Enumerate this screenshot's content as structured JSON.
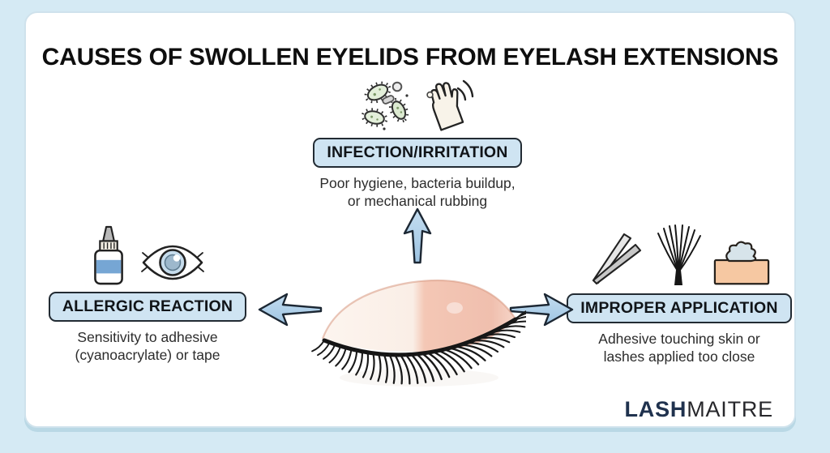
{
  "title": "CAUSES OF SWOLLEN EYELIDS FROM EYELASH EXTENSIONS",
  "center_subject": "swollen closed eyelid with eyelash extensions",
  "causes": [
    {
      "id": "infection",
      "position": "top",
      "label": "INFECTION/IRRITATION",
      "description_line1": "Poor hygiene, bacteria buildup,",
      "description_line2": "or mechanical rubbing",
      "icons": [
        "bacteria-icon",
        "rubbing-hand-icon"
      ]
    },
    {
      "id": "allergic",
      "position": "left",
      "label": "ALLERGIC REACTION",
      "description_line1": "Sensitivity to adhesive",
      "description_line2": "(cyanoacrylate) or tape",
      "icons": [
        "glue-bottle-icon",
        "eye-icon"
      ]
    },
    {
      "id": "improper",
      "position": "right",
      "label": "IMPROPER APPLICATION",
      "description_line1": "Adhesive touching skin or",
      "description_line2": "lashes applied too close",
      "icons": [
        "tweezers-icon",
        "lash-fan-icon",
        "adhesive-on-skin-icon"
      ]
    }
  ],
  "arrows": [
    "up-arrow",
    "left-arrow",
    "right-arrow"
  ],
  "brand": {
    "name_bold": "LASH",
    "name_light": "MAITRE"
  },
  "colors": {
    "background": "#d5eaf4",
    "card": "#ffffff",
    "card_edge": "#b9d8e5",
    "label_box_fill": "#cfe4f2",
    "label_box_border": "#222b33",
    "arrow_fill": "#aecfe9",
    "arrow_stroke": "#1c2733",
    "title_text": "#0e0e0e",
    "body_text": "#2c2c2c",
    "brand_navy": "#20324e",
    "eyelid_pale": "#fcf3ec",
    "eyelid_pink": "#f3c5b3",
    "germ_green": "#e3efda",
    "skin_peach": "#f6c8a2"
  }
}
